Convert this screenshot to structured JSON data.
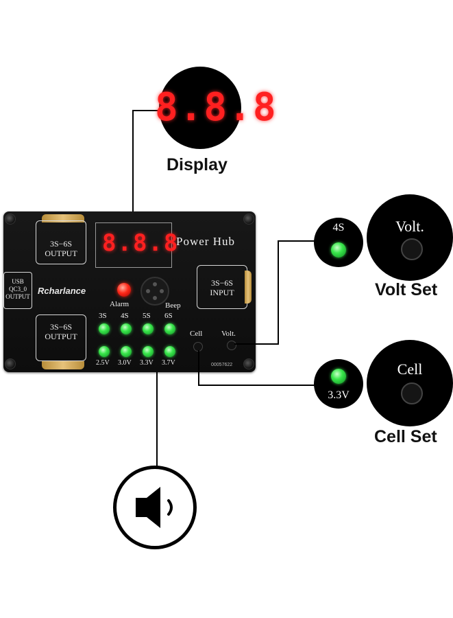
{
  "display_callout": {
    "digits": "8.8.8",
    "label": "Display"
  },
  "board": {
    "display_digits": "8.8.8",
    "title": "Power Hub",
    "brand": "Rcharlance",
    "output_top": [
      "3S−6S",
      "OUTPUT"
    ],
    "output_bottom": [
      "3S−6S",
      "OUTPUT"
    ],
    "input": [
      "3S−6S",
      "INPUT"
    ],
    "usb": [
      "USB",
      "QC3_0",
      "OUTPUT"
    ],
    "alarm_label": "Alarm",
    "beep_label": "Beep",
    "cell_labels": [
      "3S",
      "4S",
      "5S",
      "6S"
    ],
    "voltage_labels": [
      "2.5V",
      "3.0V",
      "3.3V",
      "3.7V"
    ],
    "cell_button_label": "Cell",
    "volt_button_label": "Volt.",
    "serial": "00057622"
  },
  "volt_callout": {
    "indicator": "4S",
    "button": "Volt.",
    "label": "Volt Set"
  },
  "cell_callout": {
    "indicator": "3.3V",
    "button": "Cell",
    "label": "Cell Set"
  },
  "colors": {
    "led_green": "#39e64b",
    "led_red": "#ff2020",
    "board": "#111111"
  },
  "icons": [
    "speaker-icon"
  ]
}
